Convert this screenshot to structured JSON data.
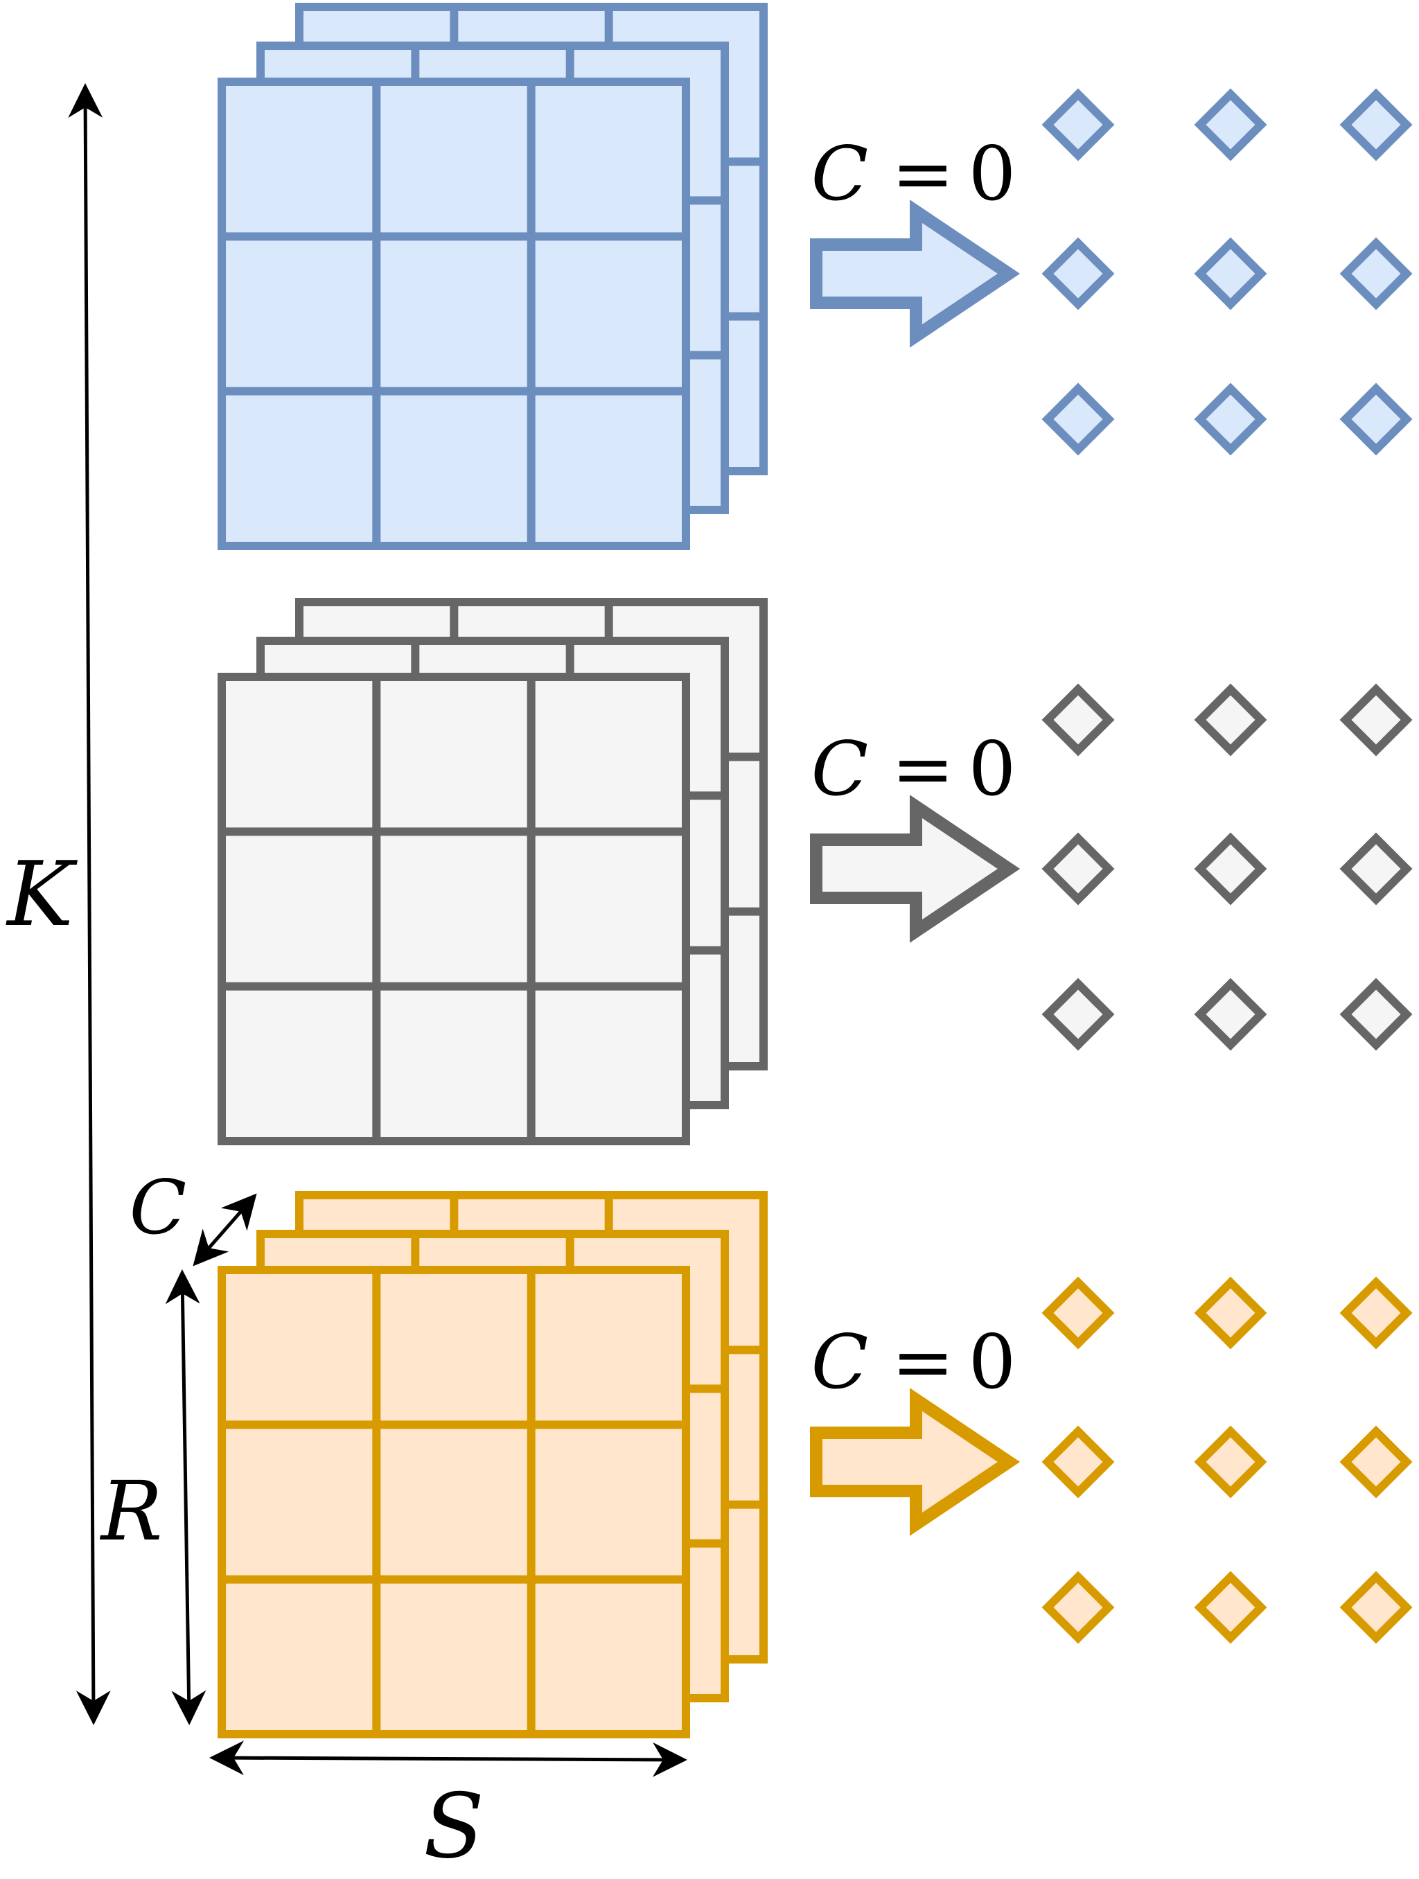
{
  "colors": {
    "blue_stroke": "#6C8EBF",
    "blue_fill": "#DAE8FC",
    "gray_stroke": "#666666",
    "gray_fill": "#F5F5F5",
    "orange_stroke": "#D79B00",
    "orange_fill": "#FFE6CC",
    "black": "#000000"
  },
  "groups": [
    {
      "id": "filter-blue",
      "color_key": "blue",
      "equation": {
        "var": "C",
        "op": "=",
        "val": "0"
      }
    },
    {
      "id": "filter-gray",
      "color_key": "gray",
      "equation": {
        "var": "C",
        "op": "=",
        "val": "0"
      }
    },
    {
      "id": "filter-orange",
      "color_key": "orange",
      "equation": {
        "var": "C",
        "op": "=",
        "val": "0"
      }
    }
  ],
  "labels": {
    "K": "K",
    "C": "C",
    "R": "R",
    "S": "S"
  }
}
